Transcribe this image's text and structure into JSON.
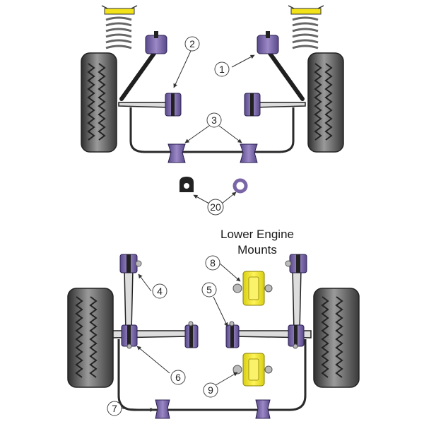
{
  "heading": {
    "line1": "Lower Engine",
    "line2": "Mounts"
  },
  "callouts": {
    "c1": "1",
    "c2": "2",
    "c3": "3",
    "c4": "4",
    "c5": "5",
    "c6": "6",
    "c7": "7",
    "c8": "8",
    "c9": "9",
    "c20": "20"
  },
  "colors": {
    "bush_purple": "#7a66a6",
    "bush_purple_dark": "#4a3a76",
    "mount_yellow": "#f4ec1c",
    "tyre_dark": "#3b3b3b",
    "tyre_mid": "#8b8b8b",
    "spring_yellow": "#f2e21a"
  }
}
